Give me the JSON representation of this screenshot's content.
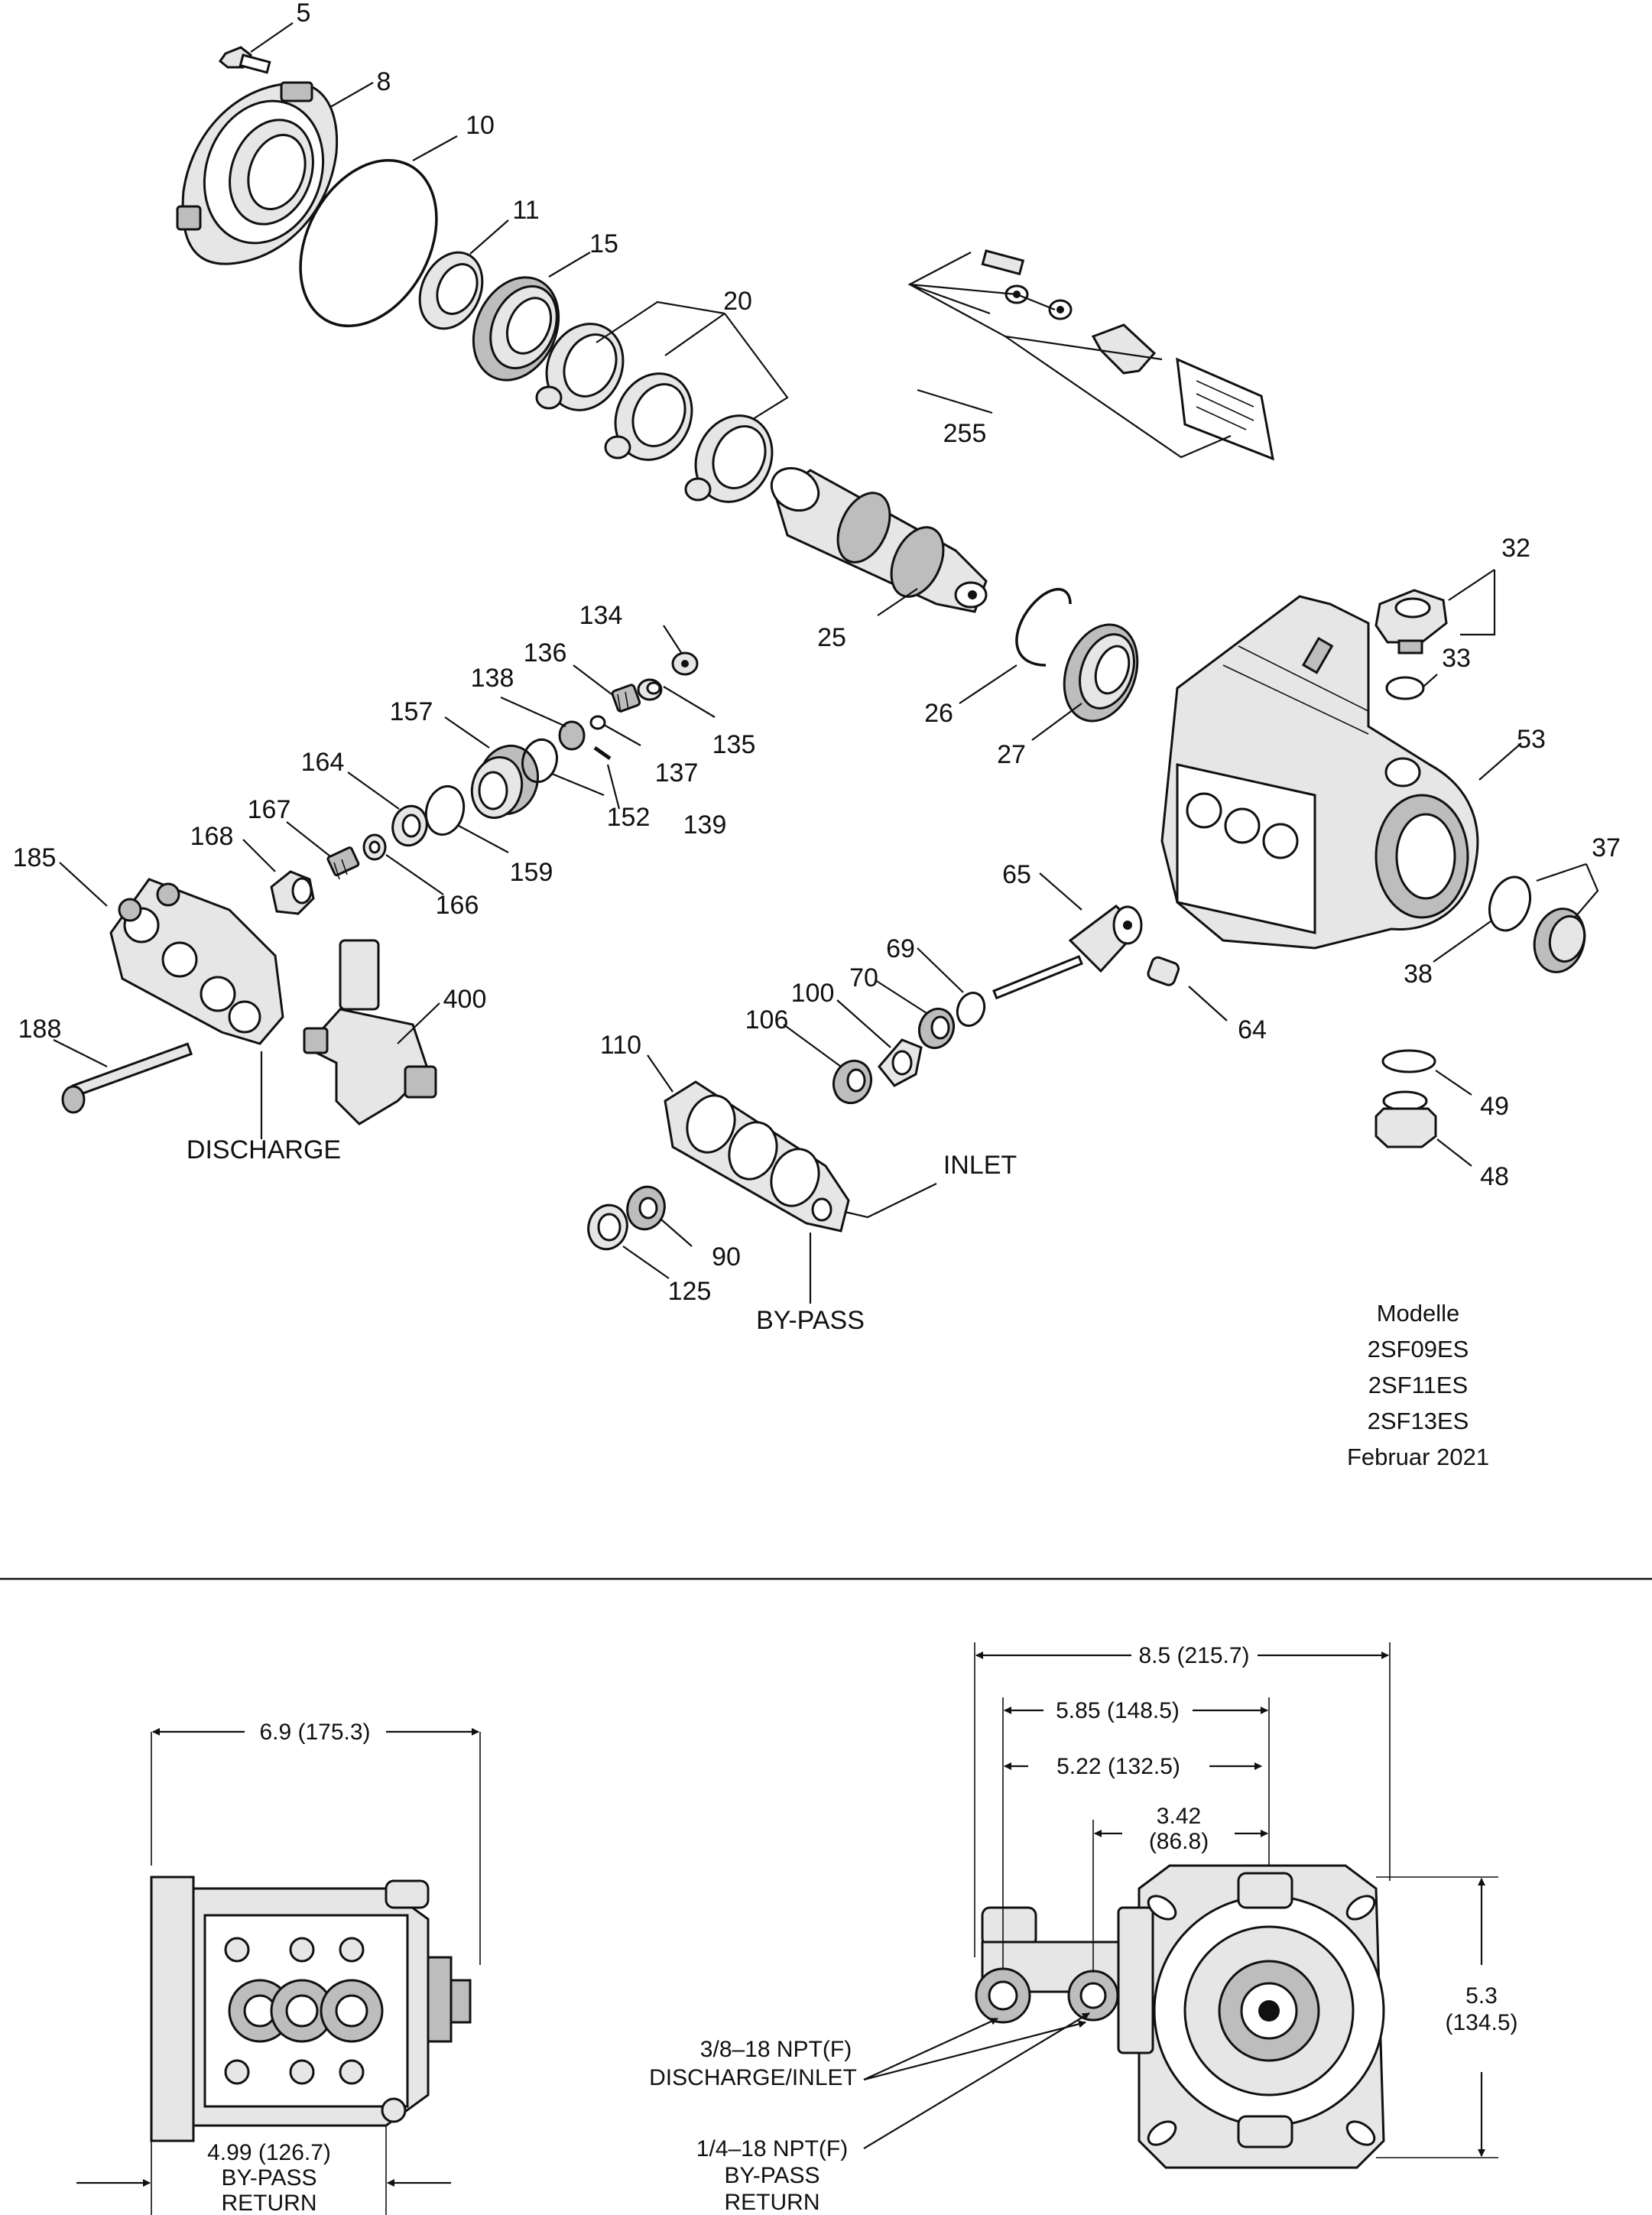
{
  "callouts": {
    "c5": "5",
    "c8": "8",
    "c10": "10",
    "c11": "11",
    "c15": "15",
    "c20": "20",
    "c255": "255",
    "c25": "25",
    "c26": "26",
    "c27": "27",
    "c32": "32",
    "c33": "33",
    "c53": "53",
    "c37": "37",
    "c38": "38",
    "c134": "134",
    "c136": "136",
    "c138": "138",
    "c135": "135",
    "c157": "157",
    "c137": "137",
    "c164": "164",
    "c152": "152",
    "c139": "139",
    "c167": "167",
    "c168": "168",
    "c159": "159",
    "c185": "185",
    "c166": "166",
    "c65": "65",
    "c69": "69",
    "c70": "70",
    "c100": "100",
    "c106": "106",
    "c64": "64",
    "c400": "400",
    "c188": "188",
    "c110": "110",
    "c49": "49",
    "c48": "48",
    "c90": "90",
    "c125": "125"
  },
  "labels": {
    "discharge": "DISCHARGE",
    "inlet": "INLET",
    "bypass": "BY-PASS"
  },
  "models": {
    "heading": "Modelle",
    "m1": "2SF09ES",
    "m2": "2SF11ES",
    "m3": "2SF13ES",
    "date": "Februar 2021"
  },
  "dimensions": {
    "width_side": "6.9 (175.3)",
    "bypass_side": [
      "4.99 (126.7)",
      "BY-PASS",
      "RETURN"
    ],
    "overall": "8.5 (215.7)",
    "d585": "5.85 (148.5)",
    "d522": "5.22 (132.5)",
    "d342": [
      "3.42",
      "(86.8)"
    ],
    "height": [
      "5.3",
      "(134.5)"
    ],
    "port_discharge": [
      "3/8–18 NPT(F)",
      "DISCHARGE/INLET"
    ],
    "port_bypass": [
      "1/4–18 NPT(F)",
      "BY-PASS",
      "RETURN"
    ]
  },
  "icons": [
    "pump-crankcase",
    "crankshaft",
    "bearing",
    "manifold",
    "unloader-valve"
  ]
}
